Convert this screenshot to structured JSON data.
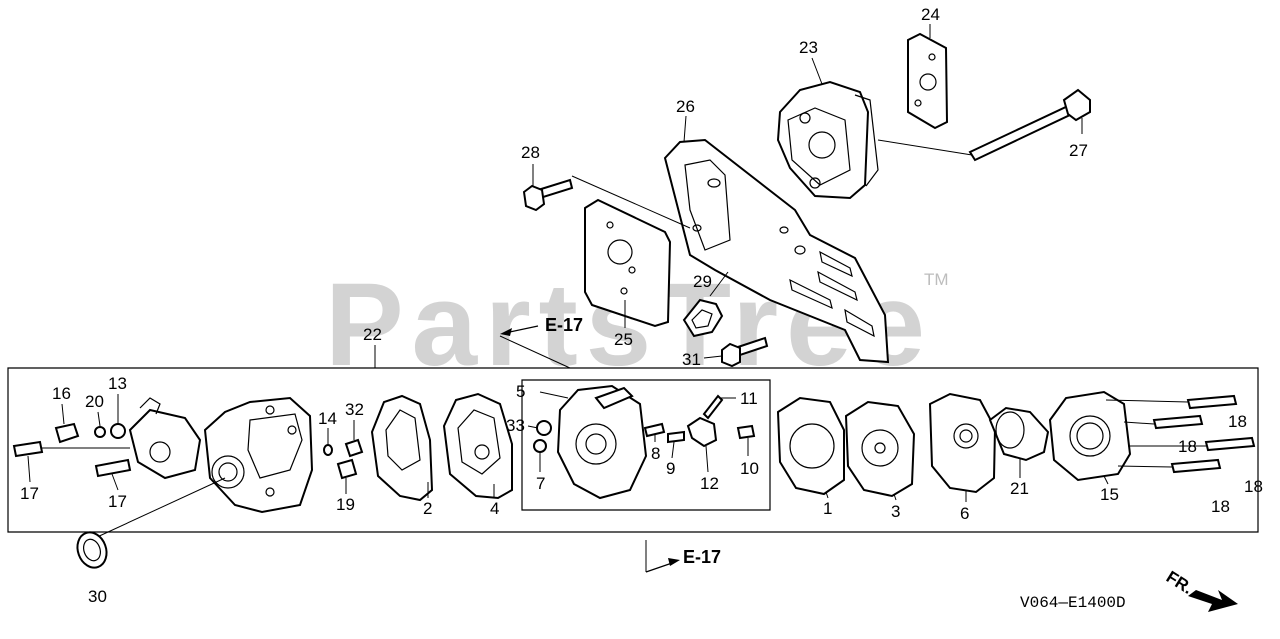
{
  "watermark": {
    "text": "PartsTree",
    "trademark": "TM"
  },
  "drawing_code": "V064—E1400D",
  "front_indicator": "FR.",
  "references": {
    "top": "E-17",
    "bottom": "E-17"
  },
  "callouts": {
    "c1": "1",
    "c2": "2",
    "c3": "3",
    "c4": "4",
    "c5": "5",
    "c6": "6",
    "c7": "7",
    "c8": "8",
    "c9": "9",
    "c10": "10",
    "c11": "11",
    "c12": "12",
    "c13": "13",
    "c14": "14",
    "c15": "15",
    "c16": "16",
    "c17a": "17",
    "c17b": "17",
    "c18a": "18",
    "c18b": "18",
    "c18c": "18",
    "c18d": "18",
    "c19": "19",
    "c20": "20",
    "c21": "21",
    "c22": "22",
    "c23": "23",
    "c24": "24",
    "c25": "25",
    "c26": "26",
    "c27": "27",
    "c28": "28",
    "c29": "29",
    "c30": "30",
    "c31": "31",
    "c32": "32",
    "c33": "33"
  }
}
